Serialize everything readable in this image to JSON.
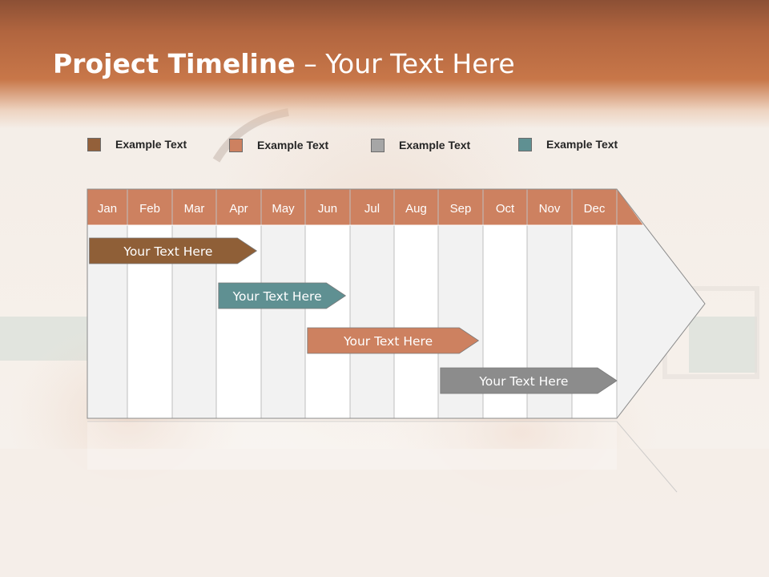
{
  "title": {
    "bold": "Project Timeline",
    "rest": " – Your Text Here"
  },
  "colors": {
    "header": "#c87749",
    "month_header": "#cd8160",
    "col_light": "#f2f2f2",
    "col_white": "#ffffff",
    "grid_line": "#bfbfbf"
  },
  "legend": [
    {
      "label": "Example Text",
      "color": "#93603a"
    },
    {
      "label": "Example Text",
      "color": "#cd8160"
    },
    {
      "label": "Example Text",
      "color": "#a6a6a6"
    },
    {
      "label": "Example Text",
      "color": "#5f9092"
    }
  ],
  "months": [
    "Jan",
    "Feb",
    "Mar",
    "Apr",
    "May",
    "Jun",
    "Jul",
    "Aug",
    "Sep",
    "Oct",
    "Nov",
    "Dec"
  ],
  "tasks": [
    {
      "label": "Your  Text Here",
      "start_month": 0.05,
      "end_month": 3.9,
      "color": "#8f5f37"
    },
    {
      "label": "Your  Text Here",
      "start_month": 3.05,
      "end_month": 5.9,
      "color": "#5f9092"
    },
    {
      "label": "Your  Text Here",
      "start_month": 5.05,
      "end_month": 8.9,
      "color": "#cd8160"
    },
    {
      "label": "Your  Text Here",
      "start_month": 8.05,
      "end_month": 12.0,
      "color": "#8c8c8c"
    }
  ]
}
